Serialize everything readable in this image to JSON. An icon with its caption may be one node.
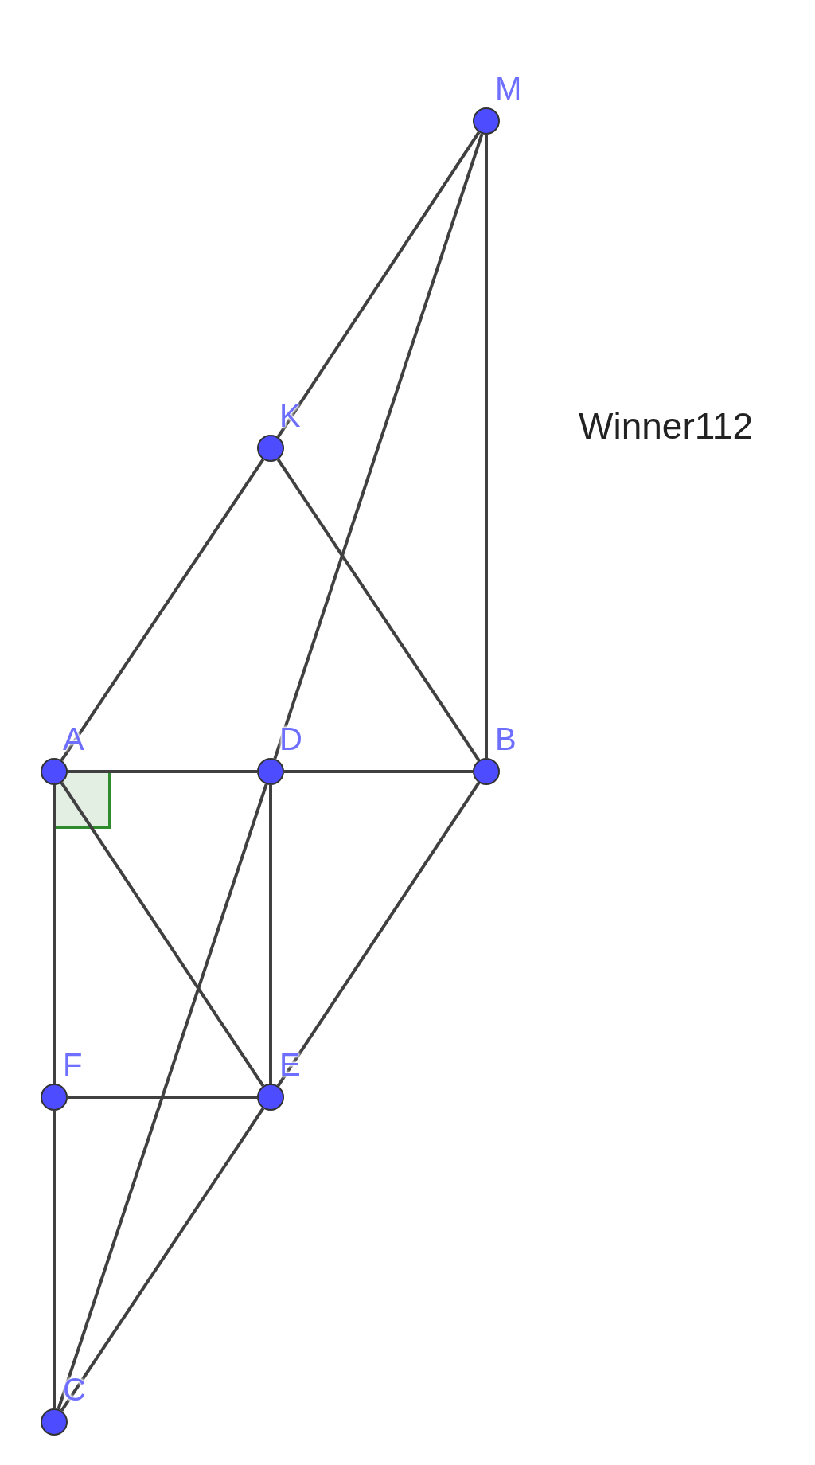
{
  "diagram": {
    "nodes": [
      {
        "text": [
          "M"
        ]
      },
      {
        "text": [
          "K"
        ]
      },
      {
        "text": [
          "A"
        ]
      },
      {
        "text": [
          "D"
        ]
      },
      {
        "text": [
          "B"
        ]
      },
      {
        "text": [
          "F"
        ]
      },
      {
        "text": [
          "E"
        ]
      },
      {
        "text": [
          "C"
        ]
      }
    ],
    "edges": [
      {
        "from": 0,
        "to": 1,
        "arrow": "none"
      },
      {
        "from": 1,
        "to": 2,
        "arrow": "none"
      },
      {
        "from": 0,
        "to": 3,
        "arrow": "none"
      },
      {
        "from": 0,
        "to": 4,
        "arrow": "none"
      },
      {
        "from": 1,
        "to": 4,
        "arrow": "none"
      },
      {
        "from": 2,
        "to": 3,
        "arrow": "none"
      },
      {
        "from": 3,
        "to": 4,
        "arrow": "none"
      },
      {
        "from": 2,
        "to": 5,
        "arrow": "none"
      },
      {
        "from": 2,
        "to": 6,
        "arrow": "none"
      },
      {
        "from": 3,
        "to": 6,
        "arrow": "none"
      },
      {
        "from": 3,
        "to": 7,
        "arrow": "none"
      },
      {
        "from": 4,
        "to": 6,
        "arrow": "none"
      },
      {
        "from": 5,
        "to": 6,
        "arrow": "none"
      },
      {
        "from": 5,
        "to": 7,
        "arrow": "none"
      },
      {
        "from": 6,
        "to": 7,
        "arrow": "none"
      }
    ],
    "labels": [
      "Winner112"
    ]
  }
}
